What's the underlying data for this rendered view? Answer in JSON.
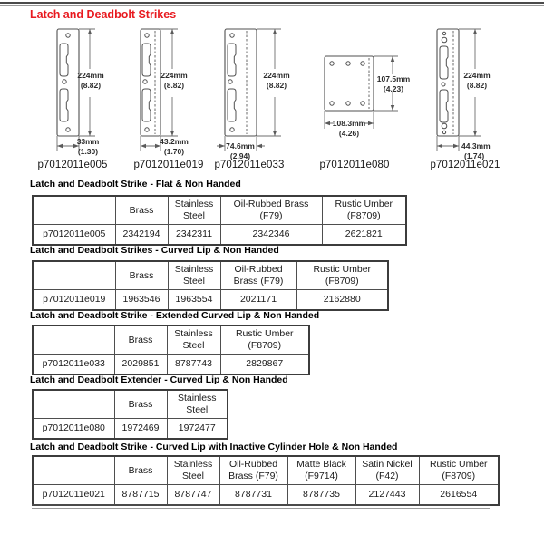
{
  "page": {
    "title": "Latch and Deadbolt Strikes",
    "accent_red": "#e8191f"
  },
  "figures": [
    {
      "part": "p7012011e005",
      "height_mm": "224mm",
      "height_in": "(8.82)",
      "width_mm": "33mm",
      "width_in": "(1.30)"
    },
    {
      "part": "p7012011e019",
      "height_mm": "224mm",
      "height_in": "(8.82)",
      "width_mm": "43.2mm",
      "width_in": "(1.70)"
    },
    {
      "part": "p7012011e033",
      "height_mm": "224mm",
      "height_in": "(8.82)",
      "width_mm": "74.6mm",
      "width_in": "(2.94)"
    },
    {
      "part": "p7012011e080",
      "height_mm": "107.5mm",
      "height_in": "(4.23)",
      "width_mm": "108.3mm",
      "width_in": "(4.26)"
    },
    {
      "part": "p7012011e021",
      "height_mm": "224mm",
      "height_in": "(8.82)",
      "width_mm": "44.3mm",
      "width_in": "(1.74)"
    }
  ],
  "sections": [
    {
      "title": "Latch and Deadbolt Strike - Flat & Non Handed",
      "header": [
        "",
        "Brass",
        "Stainless Steel",
        "Oil-Rubbed Brass (F79)",
        "Rustic Umber (F8709)"
      ],
      "row": [
        "p7012011e005",
        "2342194",
        "2342311",
        "2342346",
        "2621821"
      ]
    },
    {
      "title": "Latch and Deadbolt Strikes - Curved Lip & Non Handed",
      "header": [
        "",
        "Brass",
        "Stainless Steel",
        "Oil-Rubbed Brass (F79)",
        "Rustic Umber (F8709)"
      ],
      "row": [
        "p7012011e019",
        "1963546",
        "1963554",
        "2021171",
        "2162880"
      ]
    },
    {
      "title": "Latch and Deadbolt Strike - Extended Curved Lip & Non Handed",
      "header": [
        "",
        "Brass",
        "Stainless Steel",
        "Rustic Umber (F8709)"
      ],
      "row": [
        "p7012011e033",
        "2029851",
        "8787743",
        "2829867"
      ]
    },
    {
      "title": "Latch and Deadbolt Extender - Curved Lip & Non Handed",
      "header": [
        "",
        "Brass",
        "Stainless Steel"
      ],
      "row": [
        "p7012011e080",
        "1972469",
        "1972477"
      ]
    },
    {
      "title": "Latch and Deadbolt Strike - Curved Lip with Inactive Cylinder Hole & Non Handed",
      "header": [
        "",
        "Brass",
        "Stainless Steel",
        "Oil-Rubbed Brass (F79)",
        "Matte Black (F9714)",
        "Satin Nickel (F42)",
        "Rustic Umber (F8709)"
      ],
      "row": [
        "p7012011e021",
        "8787715",
        "8787747",
        "8787731",
        "8787735",
        "2127443",
        "2616554"
      ]
    }
  ]
}
